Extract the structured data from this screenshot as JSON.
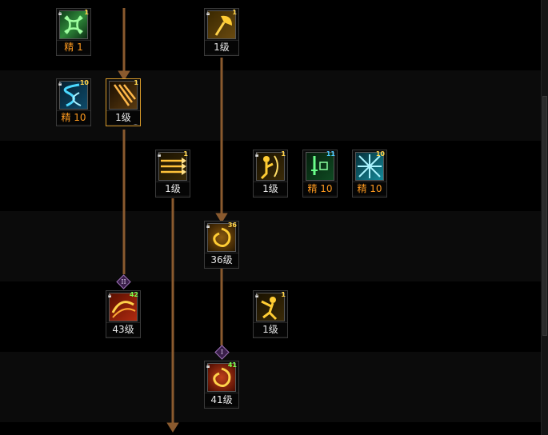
{
  "skills": [
    {
      "id": "s1",
      "count": "1",
      "level": "精 1",
      "elite": true,
      "locked": true
    },
    {
      "id": "s2",
      "count": "1",
      "level": "1级",
      "elite": false,
      "locked": true
    },
    {
      "id": "s3",
      "count": "10",
      "level": "精 10",
      "elite": true,
      "locked": true
    },
    {
      "id": "s4",
      "count": "1",
      "level": "1级",
      "elite": false,
      "locked": false,
      "selected": true
    },
    {
      "id": "s5",
      "count": "1",
      "level": "1级",
      "elite": false,
      "locked": true
    },
    {
      "id": "s6",
      "count": "1",
      "level": "1级",
      "elite": false,
      "locked": true,
      "corner": "T"
    },
    {
      "id": "s7",
      "count": "11",
      "level": "精 10",
      "elite": true,
      "locked": false
    },
    {
      "id": "s8",
      "count": "10",
      "level": "精 10",
      "elite": true,
      "locked": false
    },
    {
      "id": "s9",
      "count": "36",
      "level": "36级",
      "elite": false,
      "locked": true,
      "corner": "D"
    },
    {
      "id": "s10",
      "count": "42",
      "level": "43级",
      "elite": false,
      "locked": true,
      "corner": "S",
      "countGreen": true
    },
    {
      "id": "s11",
      "count": "1",
      "level": "1级",
      "elite": false,
      "locked": true,
      "corner": "H"
    },
    {
      "id": "s12",
      "count": "41",
      "level": "41级",
      "elite": false,
      "locked": true,
      "corner": "F",
      "countGreen": true
    }
  ],
  "markers": [
    {
      "id": "m1",
      "label": "II"
    },
    {
      "id": "m2",
      "label": "I"
    }
  ],
  "colors": {
    "connector": "#8a5a2e",
    "elite_text": "#ff9a1f",
    "level_text": "#e8e8e8",
    "selected_border": "#d89a2a"
  }
}
